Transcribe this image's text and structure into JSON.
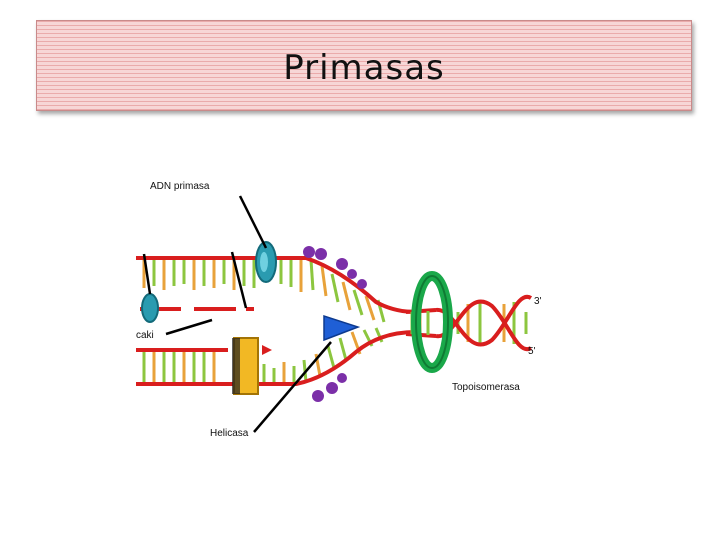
{
  "slide": {
    "title": "Primasas"
  },
  "diagram": {
    "labels": {
      "primase": "ADN primasa",
      "ligase": "caki",
      "helicase": "Helicasa",
      "topoisomerase": "Topoisomerasa",
      "end_3": "3'",
      "end_5": "5'"
    },
    "colors": {
      "backbone": "#d91e1e",
      "rung_green": "#8cc63f",
      "rung_orange": "#e8a23a",
      "primase": "#2a9bb0",
      "helicase": "#1f5fd6",
      "topoisomerase": "#1aa84a",
      "polymerase": "#f2b824",
      "ssb": "#7b2fa8"
    }
  }
}
